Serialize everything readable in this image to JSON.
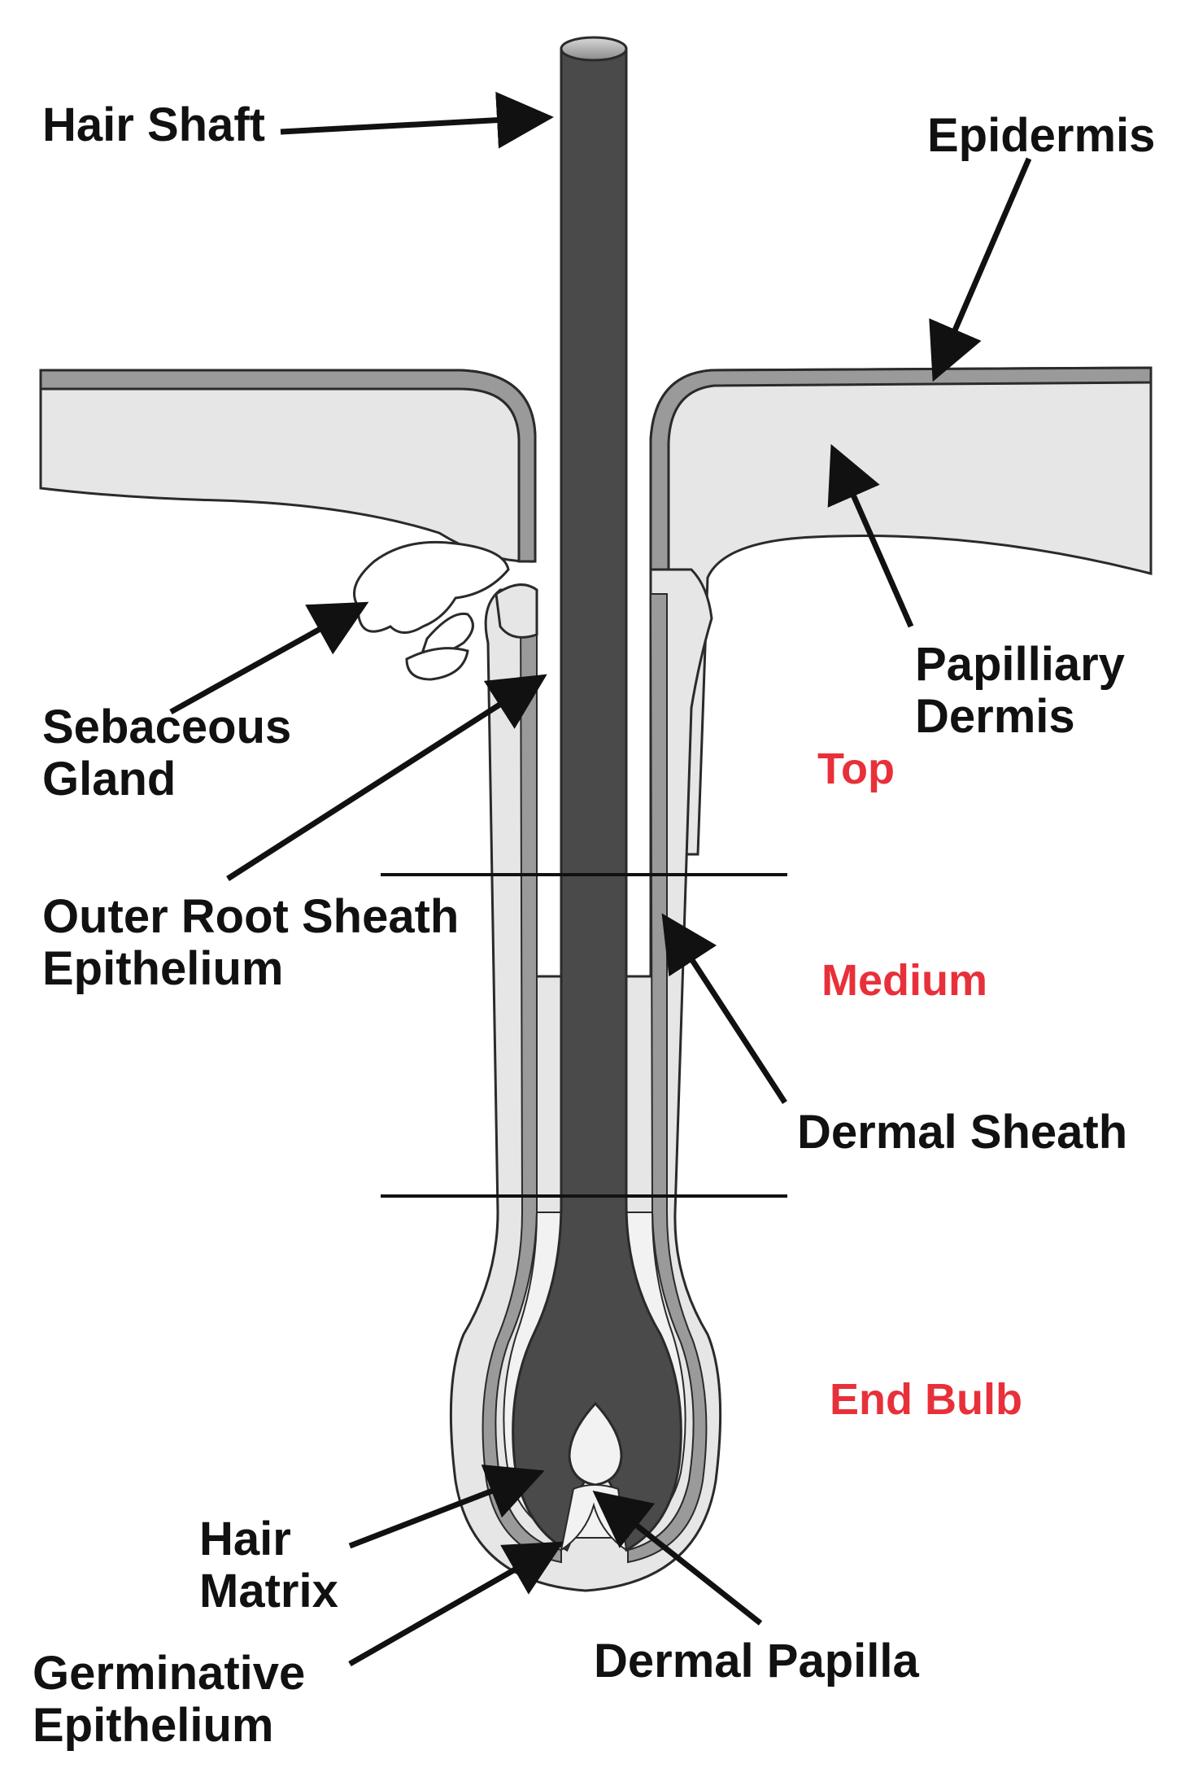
{
  "labels": {
    "hair_shaft": "Hair Shaft",
    "epidermis": "Epidermis",
    "papillary_dermis_line1": "Papilliary",
    "papillary_dermis_line2": "Dermis",
    "sebaceous_gland_line1": "Sebaceous",
    "sebaceous_gland_line2": "Gland",
    "outer_root_sheath_line1": "Outer Root Sheath",
    "outer_root_sheath_line2": "Epithelium",
    "dermal_sheath": "Dermal Sheath",
    "hair_matrix_line1": "Hair",
    "hair_matrix_line2": "Matrix",
    "germinative_line1": "Germinative",
    "germinative_line2": "Epithelium",
    "dermal_papilla": "Dermal Papilla"
  },
  "zones": {
    "top": "Top",
    "medium": "Medium",
    "end_bulb": "End Bulb"
  },
  "colors": {
    "zone_text": "#e8303a",
    "label_text": "#111111",
    "hair": "#4a4a4a",
    "tissue_fill": "#e6e6e6",
    "sheath_gray": "#9a9a9a",
    "outline": "#2a2a2a"
  }
}
